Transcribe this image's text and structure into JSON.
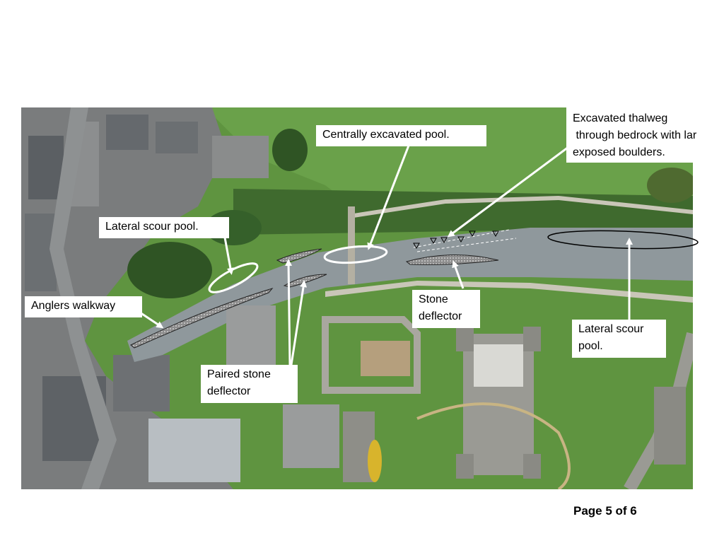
{
  "slide": {
    "page_label": "Page 5 of 6"
  },
  "photo": {
    "subject": "aerial-river-castle-photo",
    "colors": {
      "river": "#8f989c",
      "grass": "#5f9440",
      "dark_trees": "#3c5f2c",
      "stone": "#9a9a94",
      "roofs": "#6f7478",
      "road": "#7b7f80",
      "annotation": "#ffffff",
      "structure_fill": "#8c8c8c"
    }
  },
  "callouts": {
    "centrally_excavated_pool": "Centrally excavated pool.",
    "excavated_thalweg": [
      "Excavated thalweg",
      " through bedrock with lar",
      "exposed boulders."
    ],
    "lateral_scour_pool_left": "Lateral scour pool.",
    "anglers_walkway": "Anglers walkway",
    "stone_deflector": [
      "Stone",
      "deflector"
    ],
    "paired_stone_deflector": [
      "Paired stone",
      "deflector"
    ],
    "lateral_scour_pool_right": [
      "Lateral scour",
      "pool."
    ]
  }
}
